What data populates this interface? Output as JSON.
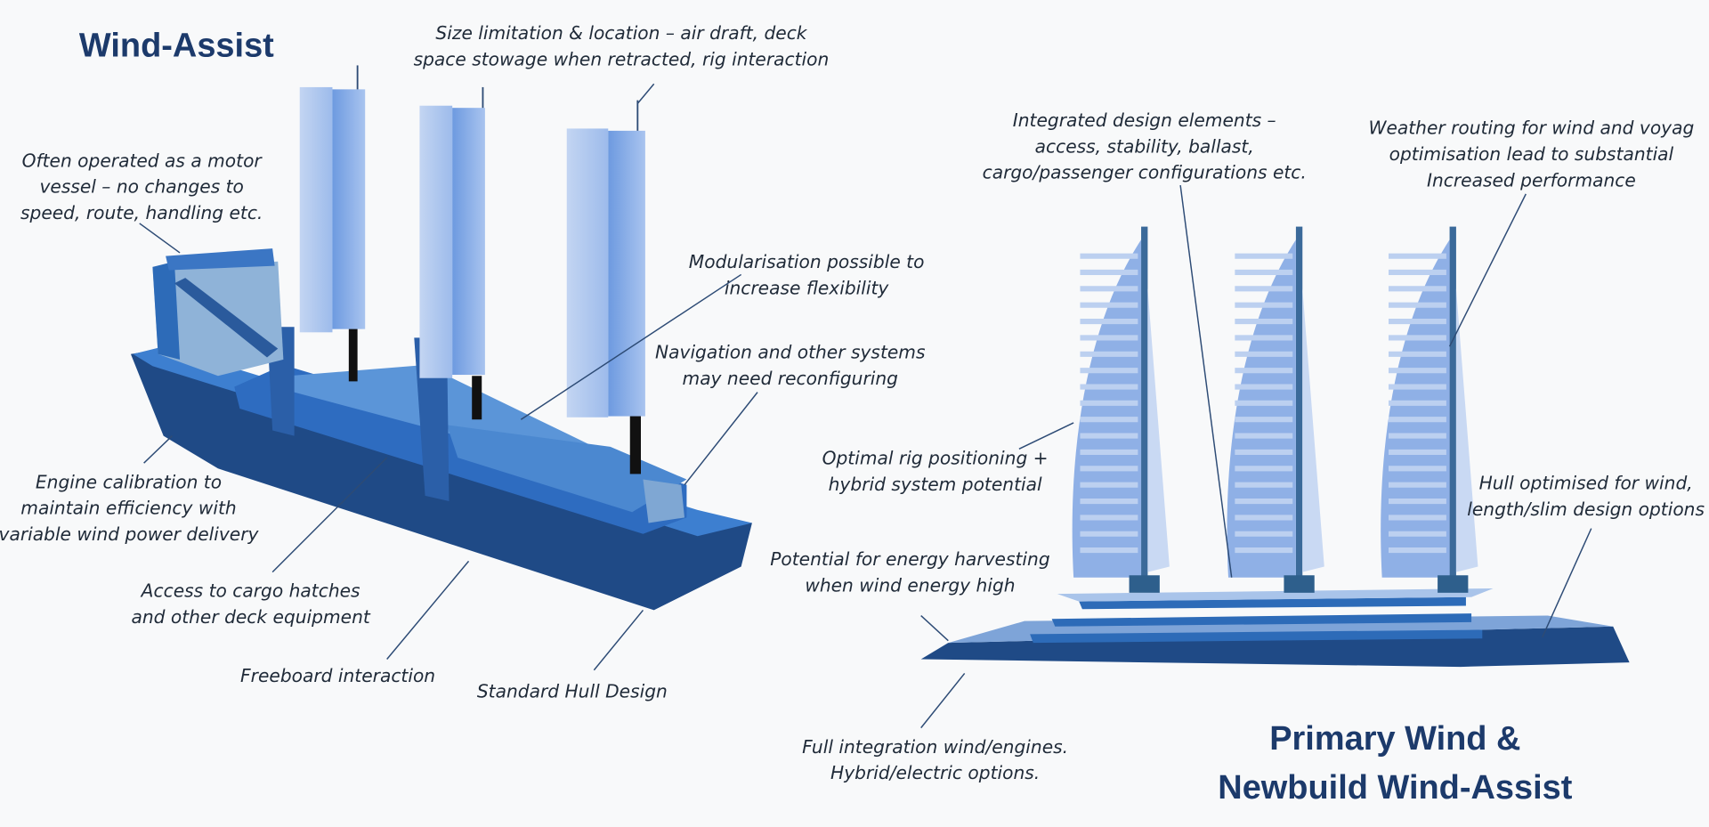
{
  "titles": {
    "wind_assist": "Wind-Assist",
    "primary_line1": "Primary Wind &",
    "primary_line2": "Newbuild Wind-Assist"
  },
  "left_labels": {
    "size_limitation": [
      "Size limitation & location – air draft, deck",
      "space stowage when retracted, rig interaction"
    ],
    "motor_vessel": [
      "Often operated as a motor",
      "vessel – no changes to",
      "speed, route, handling etc."
    ],
    "modularisation": [
      "Modularisation possible to",
      "increase flexibility"
    ],
    "navigation": [
      "Navigation and other systems",
      "may need reconfiguring"
    ],
    "engine_calibration": [
      "Engine calibration to",
      "maintain efficiency with",
      "variable wind power delivery"
    ],
    "cargo_access": [
      "Access to cargo hatches",
      "and other deck equipment"
    ],
    "freeboard": [
      "Freeboard interaction"
    ],
    "standard_hull": [
      "Standard Hull Design"
    ]
  },
  "right_labels": {
    "integrated_design": [
      "Integrated design elements –",
      "access, stability, ballast,",
      "cargo/passenger configurations etc."
    ],
    "weather_routing": [
      "Weather routing for wind and voyag",
      "optimisation lead to substantial",
      "Increased performance"
    ],
    "rig_positioning": [
      "Optimal rig positioning +",
      "hybrid system potential"
    ],
    "hull_optimised": [
      "Hull optimised for wind,",
      "length/slim design options"
    ],
    "energy_harvesting": [
      "Potential for energy harvesting",
      "when wind energy high"
    ],
    "full_integration": [
      "Full integration wind/engines.",
      "Hybrid/electric options."
    ]
  },
  "colors": {
    "title": "#1c3a6b",
    "hull_dark": "#1f4a86",
    "hull_mid": "#2d6bb8",
    "deck_light": "#4a8ad0",
    "sail_light": "#b8cdef",
    "sail_mid": "#8aaee6"
  }
}
